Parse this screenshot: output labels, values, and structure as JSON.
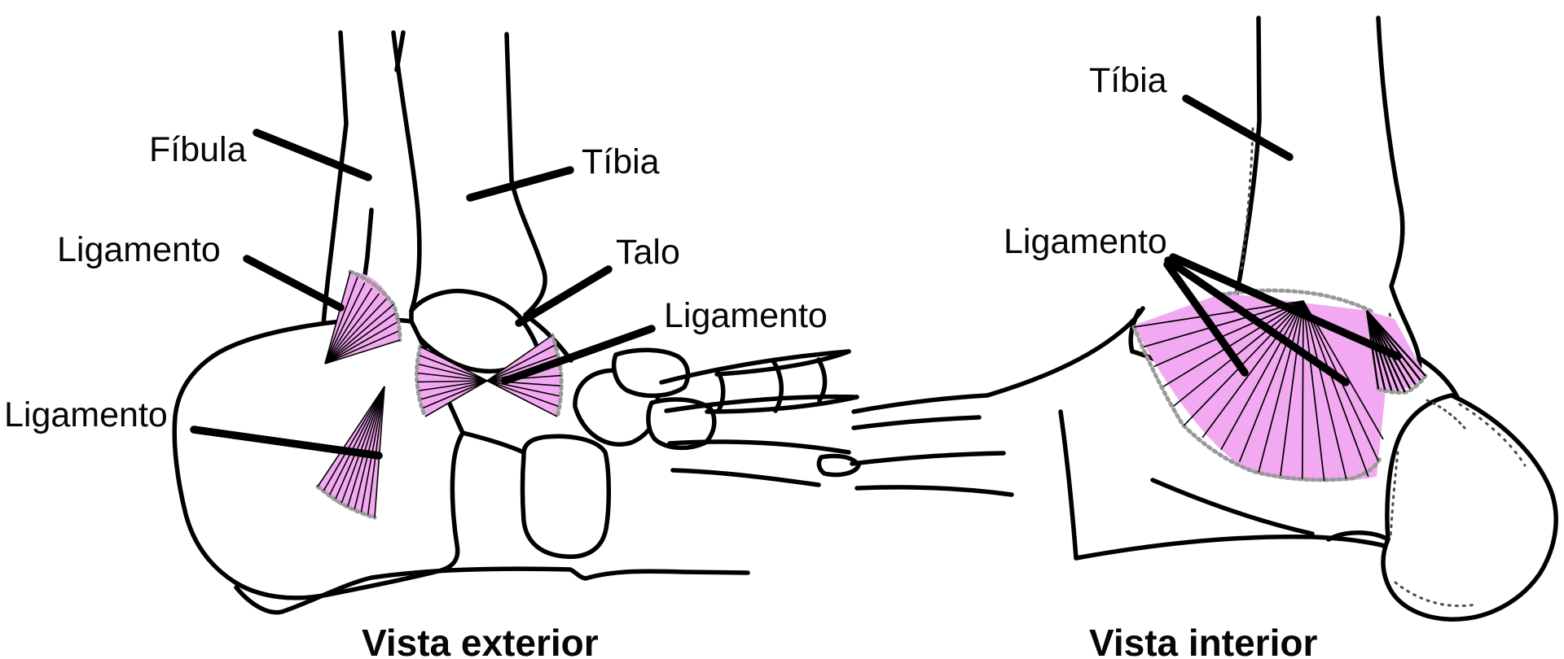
{
  "colors": {
    "background": "#ffffff",
    "line": "#000000",
    "ligament_pink": "#f3a9f1",
    "ligament_pink_light": "#f9cdf6",
    "fringe_gray": "#9a9a9a"
  },
  "left_view": {
    "caption": "Vista exterior",
    "labels": {
      "fibula": "Fíbula",
      "ligamento_upper": "Ligamento",
      "ligamento_lower": "Ligamento",
      "tibia": "Tíbia",
      "talo": "Talo",
      "ligamento_right": "Ligamento"
    }
  },
  "right_view": {
    "caption": "Vista interior",
    "labels": {
      "tibia": "Tíbia",
      "ligamento": "Ligamento"
    }
  }
}
